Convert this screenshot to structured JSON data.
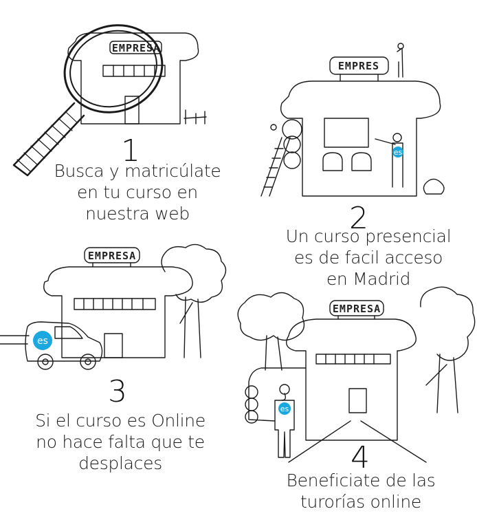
{
  "signs": {
    "company": "EMPRESA",
    "company_partial_1": "EMPRESA",
    "company_partial_2": "EMPRES"
  },
  "badge": "es",
  "colors": {
    "accent": "#1ba8e0",
    "ink": "#1a1a1a",
    "background": "#ffffff"
  },
  "steps": [
    {
      "number": "1",
      "lines": [
        "Busca y matricúlate",
        "en tu curso en",
        "nuestra web"
      ]
    },
    {
      "number": "2",
      "lines": [
        "Un curso presencial",
        "es de facil acceso",
        "en Madrid"
      ]
    },
    {
      "number": "3",
      "lines": [
        "Si el curso es Online",
        "no hace falta que te",
        "desplaces"
      ]
    },
    {
      "number": "4",
      "lines": [
        "Beneficiate de las",
        "turorías online"
      ]
    }
  ]
}
